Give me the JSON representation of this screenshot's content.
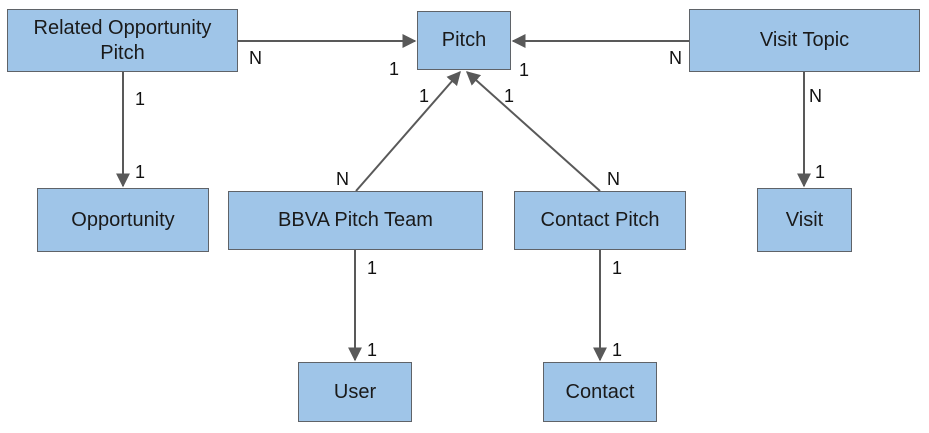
{
  "entities": {
    "related_opportunity_pitch": "Related Opportunity\nPitch",
    "pitch": "Pitch",
    "visit_topic": "Visit Topic",
    "opportunity": "Opportunity",
    "bbva_pitch_team": "BBVA Pitch Team",
    "contact_pitch": "Contact Pitch",
    "visit": "Visit",
    "user": "User",
    "contact": "Contact"
  },
  "relationships": [
    {
      "from": "Related Opportunity Pitch",
      "to": "Pitch",
      "from_card": "N",
      "to_card": "1"
    },
    {
      "from": "Visit Topic",
      "to": "Pitch",
      "from_card": "N",
      "to_card": "1"
    },
    {
      "from": "Related Opportunity Pitch",
      "to": "Opportunity",
      "from_card": "1",
      "to_card": "1"
    },
    {
      "from": "Visit Topic",
      "to": "Visit",
      "from_card": "N",
      "to_card": "1"
    },
    {
      "from": "BBVA Pitch Team",
      "to": "Pitch",
      "from_card": "N",
      "to_card": "1"
    },
    {
      "from": "Contact Pitch",
      "to": "Pitch",
      "from_card": "N",
      "to_card": "1"
    },
    {
      "from": "BBVA Pitch Team",
      "to": "User",
      "from_card": "1",
      "to_card": "1"
    },
    {
      "from": "Contact Pitch",
      "to": "Contact",
      "from_card": "1",
      "to_card": "1"
    }
  ],
  "colors": {
    "entity_fill": "#9fc5e8",
    "entity_border": "#5f6368",
    "edge": "#595959",
    "text": "#1a1a1a"
  }
}
